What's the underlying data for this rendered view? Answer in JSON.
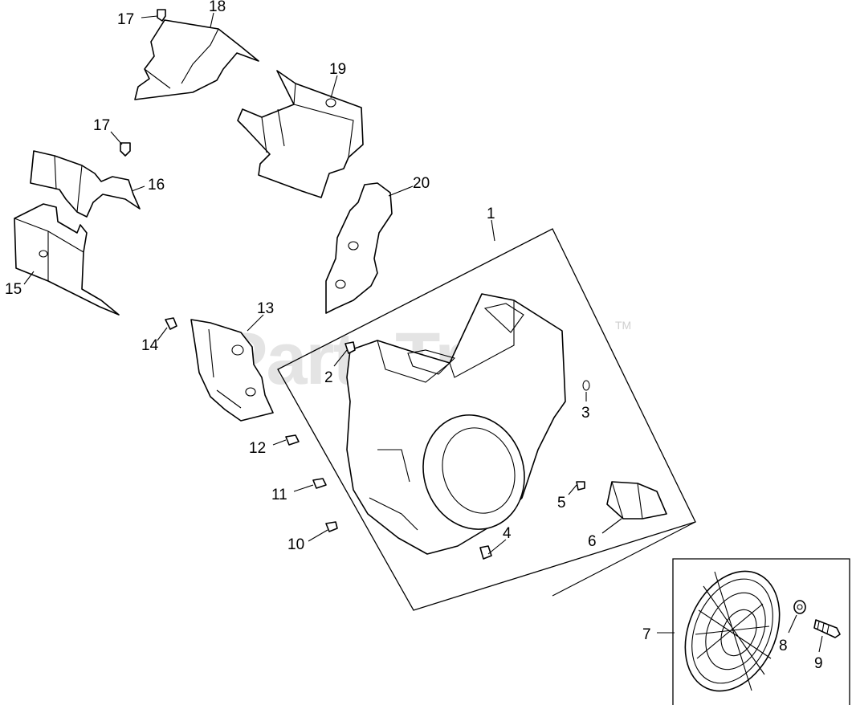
{
  "watermark": {
    "brand": "PartsTree",
    "trademark": "TM"
  },
  "callouts": {
    "c1": "1",
    "c2": "2",
    "c3": "3",
    "c4": "4",
    "c5": "5",
    "c6": "6",
    "c7": "7",
    "c8": "8",
    "c9": "9",
    "c10": "10",
    "c11": "11",
    "c12": "12",
    "c13": "13",
    "c14": "14",
    "c15": "15",
    "c16": "16",
    "c17a": "17",
    "c17b": "17",
    "c18": "18",
    "c19": "19",
    "c20": "20"
  }
}
